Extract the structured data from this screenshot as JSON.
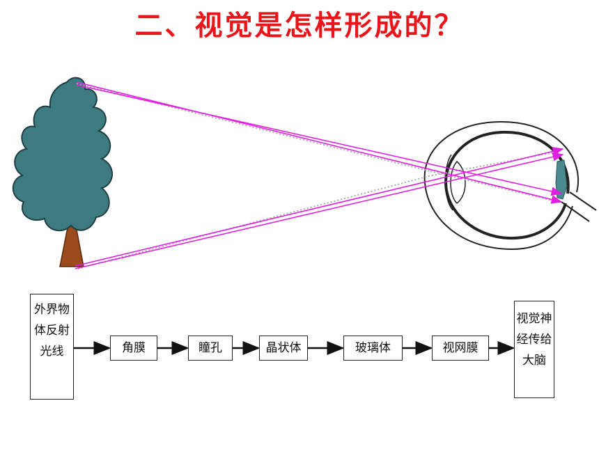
{
  "title": "二、视觉是怎样形成的？",
  "flow": {
    "start": "外界物体反射光线",
    "steps": [
      "角膜",
      "瞳孔",
      "晶状体",
      "玻璃体",
      "视网膜"
    ],
    "end": "视觉神经传给大脑"
  },
  "colors": {
    "title": "#e8161b",
    "light_ray": "#e020e0",
    "tree_crown": "#3e7b80",
    "tree_trunk": "#9a4a1c"
  }
}
